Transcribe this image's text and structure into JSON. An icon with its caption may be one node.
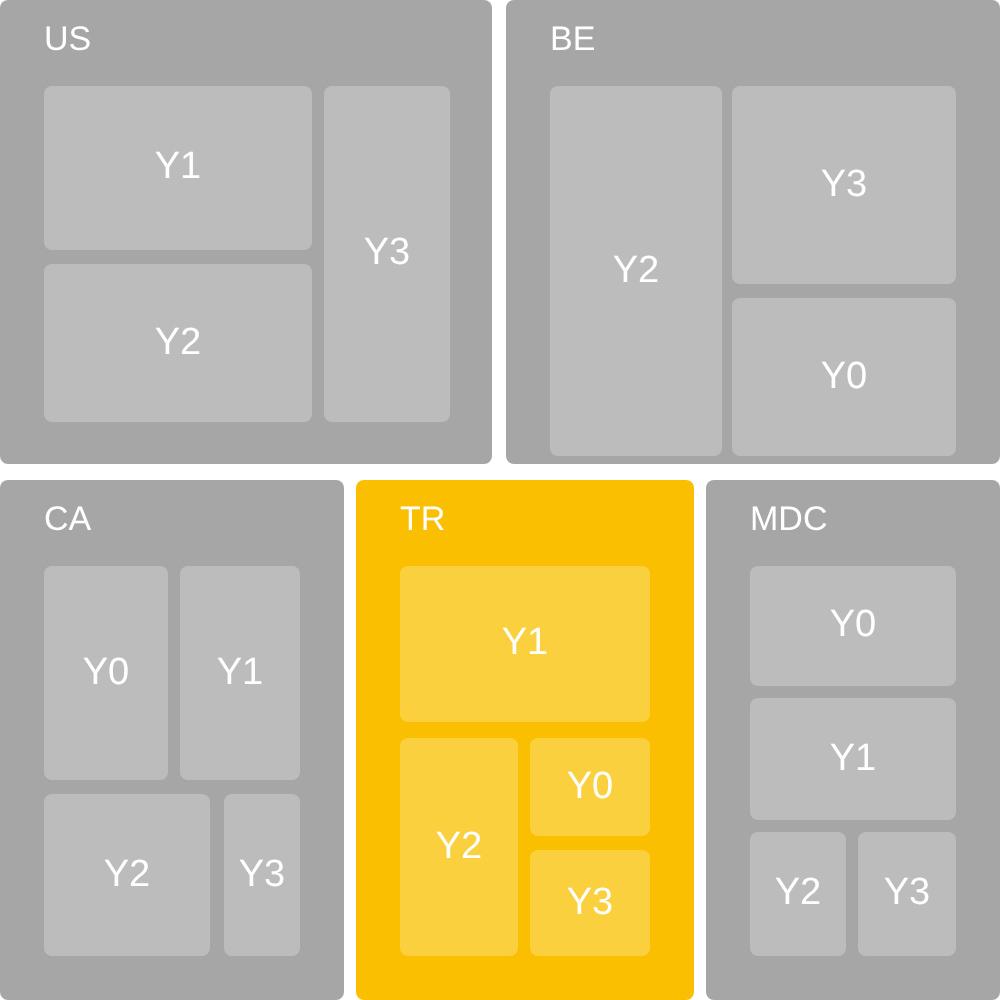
{
  "diagram": {
    "nodes": [
      {
        "text": [
          "US"
        ]
      },
      {
        "text": [
          "Y1"
        ],
        "in": 0
      },
      {
        "text": [
          "Y2"
        ],
        "in": 0
      },
      {
        "text": [
          "Y3"
        ],
        "in": 0
      },
      {
        "text": [
          "BE"
        ]
      },
      {
        "text": [
          "Y2"
        ],
        "in": 4
      },
      {
        "text": [
          "Y3"
        ],
        "in": 4
      },
      {
        "text": [
          "Y0"
        ],
        "in": 4
      },
      {
        "text": [
          "CA"
        ]
      },
      {
        "text": [
          "Y0"
        ],
        "in": 8
      },
      {
        "text": [
          "Y1"
        ],
        "in": 8
      },
      {
        "text": [
          "Y2"
        ],
        "in": 8
      },
      {
        "text": [
          "Y3"
        ],
        "in": 8
      },
      {
        "text": [
          "TR"
        ]
      },
      {
        "text": [
          "Y1"
        ],
        "in": 13
      },
      {
        "text": [
          "Y2"
        ],
        "in": 13
      },
      {
        "text": [
          "Y0"
        ],
        "in": 13
      },
      {
        "text": [
          "Y3"
        ],
        "in": 13
      },
      {
        "text": [
          "MDC"
        ]
      },
      {
        "text": [
          "Y0"
        ],
        "in": 18
      },
      {
        "text": [
          "Y1"
        ],
        "in": 18
      },
      {
        "text": [
          "Y2"
        ],
        "in": 18
      },
      {
        "text": [
          "Y3"
        ],
        "in": 18
      }
    ]
  }
}
